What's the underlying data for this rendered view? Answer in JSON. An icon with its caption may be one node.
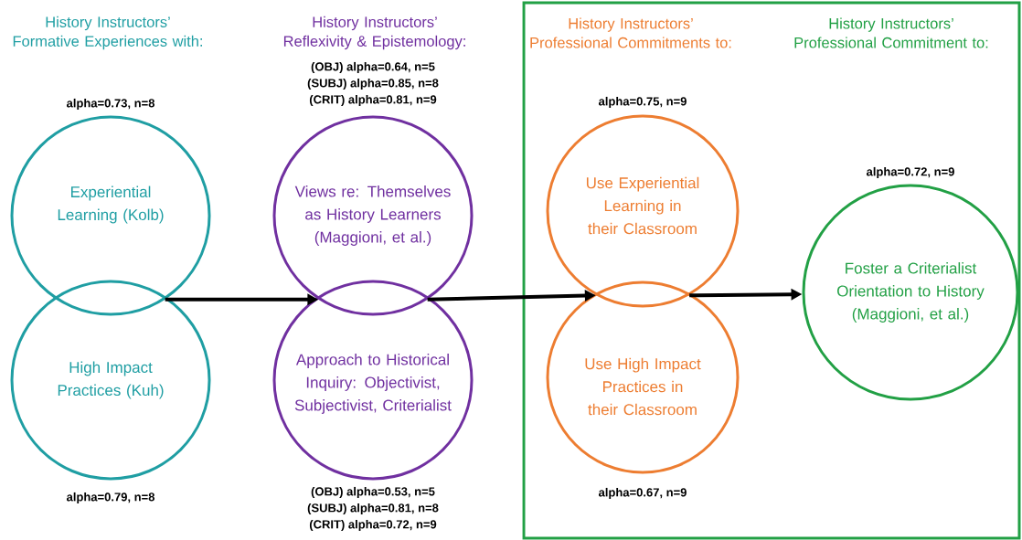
{
  "diagram": {
    "nodes": [
      {
        "text": [
          "Experiential Learning (Kolb)"
        ],
        "beside": [
          "alpha=0.73, n=8"
        ]
      },
      {
        "text": [
          "High Impact Practices (Kuh)"
        ],
        "beside": [
          "alpha=0.79, n=8"
        ]
      },
      {
        "text": [
          "Views re: Themselves as History Learners (Maggioni, et al.)"
        ],
        "beside": [
          "(OBJ) alpha=0.64, n=5",
          "(SUBJ) alpha=0.85, n=8",
          "(CRIT) alpha=0.81, n=9"
        ]
      },
      {
        "text": [
          "Approach to Historical Inquiry: Objectivist, Subjectivist, Criterialist"
        ],
        "beside": [
          "(OBJ) alpha=0.53, n=5",
          "(SUBJ) alpha=0.81, n=8",
          "(CRIT) alpha=0.72, n=9"
        ]
      },
      {
        "text": [],
        "shape": "box"
      },
      {
        "text": [
          "Use Experiential Learning in their Classroom"
        ],
        "beside": [
          "alpha=0.75, n=9"
        ],
        "in": 4
      },
      {
        "text": [
          "Use High Impact Practices in their Classroom"
        ],
        "beside": [
          "alpha=0.67, n=9"
        ],
        "in": 4
      },
      {
        "text": [
          "Foster a Criterialist Orientation to History (Maggioni, et al.)"
        ],
        "beside": [
          "alpha=0.72, n=9"
        ],
        "in": 4
      }
    ],
    "edges": [
      {
        "from": 0,
        "to": 2,
        "arrow": "to"
      },
      {
        "from": 2,
        "to": 5,
        "arrow": "to"
      },
      {
        "from": 5,
        "to": 7,
        "arrow": "to"
      }
    ],
    "labels": [
      "History Instructors’ Formative Experiences with:",
      "History Instructors’ Reflexivity & Epistemology:",
      "History Instructors’ Professional Commitments to:",
      "History Instructors’ Professional Commitment to:"
    ]
  }
}
